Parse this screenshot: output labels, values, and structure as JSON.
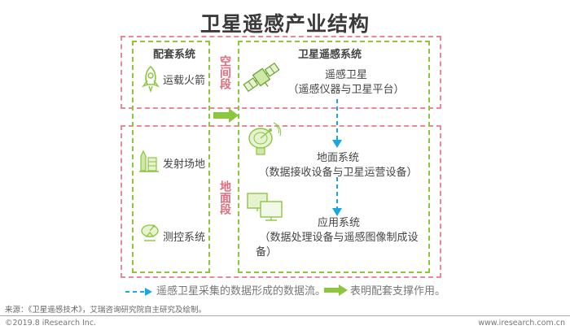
{
  "title": "卫星遥感产业结构",
  "segments": {
    "space": "空间段",
    "ground": "地面段"
  },
  "support": {
    "title": "配套系统",
    "items": [
      "运载火箭",
      "发射场地",
      "测控系统"
    ]
  },
  "remote": {
    "title": "卫星遥感系统",
    "satellite": {
      "line1": "遥感卫星",
      "line2": "（遥感仪器与卫星平台）"
    },
    "ground_system": {
      "line1": "地面系统",
      "line2": "（数据接收设备与卫星运营设备）"
    },
    "application": {
      "line1": "应用系统",
      "line2": "（数据处理设备与遥感图像制成设",
      "line3": "备）"
    }
  },
  "legend": {
    "dashed_arrow": "遥感卫星采集的数据形成的数据流。",
    "green_arrow": "表明配套支撑作用。"
  },
  "source": "来源：《卫星遥感技术》，艾瑞咨询研究院自主研究及绘制。",
  "footer": {
    "left": "©2019.8 iResearch Inc.",
    "right": "www.iresearch.com.cn"
  },
  "colors": {
    "pink": "#e58a96",
    "green": "#8cc63f",
    "blue": "#1aa7e0"
  },
  "icons": [
    "rocket-icon",
    "satellite-icon",
    "launch-site-icon",
    "dish-icon",
    "computer-icon"
  ]
}
